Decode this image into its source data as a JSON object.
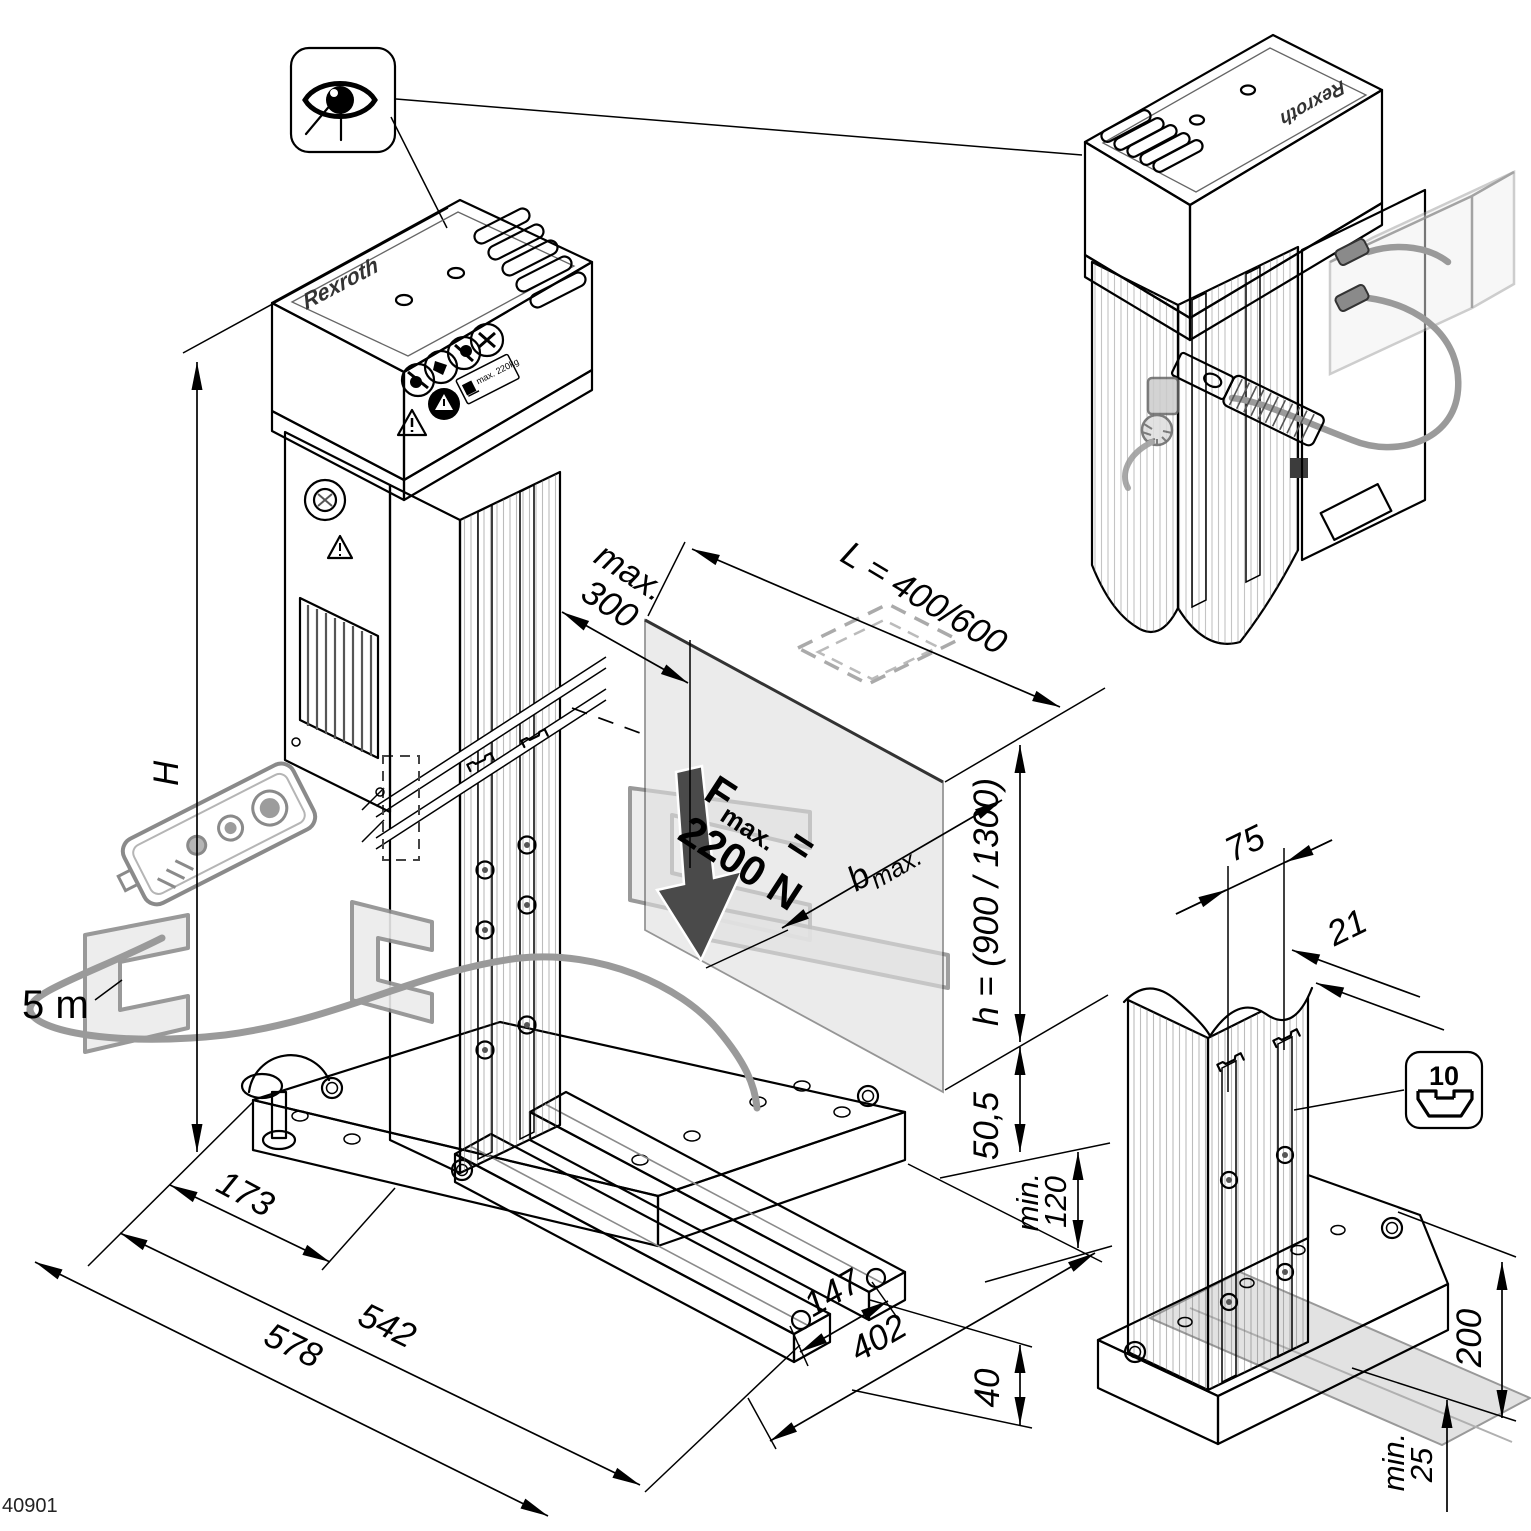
{
  "figure_number": "40901",
  "brand": {
    "main": "Rexroth",
    "detail": "Rexroth"
  },
  "stickers": {
    "max_load": "max. 220kg"
  },
  "symbols": {
    "visual_check": "eye-icon",
    "slot_profile": "t-slot-icon"
  },
  "main_view": {
    "cable_length": "5 m",
    "dim_height": "H",
    "dim_offset_l1": "max.",
    "dim_offset_l2": "300",
    "dim_length": "L = 400/600",
    "force_f": "F",
    "force_sub": "max.",
    "force_eq": " =",
    "force_value": "2200 N",
    "dim_width_b": "b",
    "dim_width_b_sub": "max.",
    "dim_stroke": "h = (900 / 1300)",
    "dim_50_5": "50,5",
    "dim_min120_l1": "min.",
    "dim_min120_l2": "120",
    "dim_173": "173",
    "dim_542": "542",
    "dim_578": "578",
    "dim_147": "147",
    "dim_402": "402",
    "dim_40": "40"
  },
  "detail_view": {
    "dim_75": "75",
    "dim_21": "21",
    "dim_200": "200",
    "dim_min25_l1": "min.",
    "dim_min25_l2": "25",
    "slot_icon_value": "10"
  }
}
